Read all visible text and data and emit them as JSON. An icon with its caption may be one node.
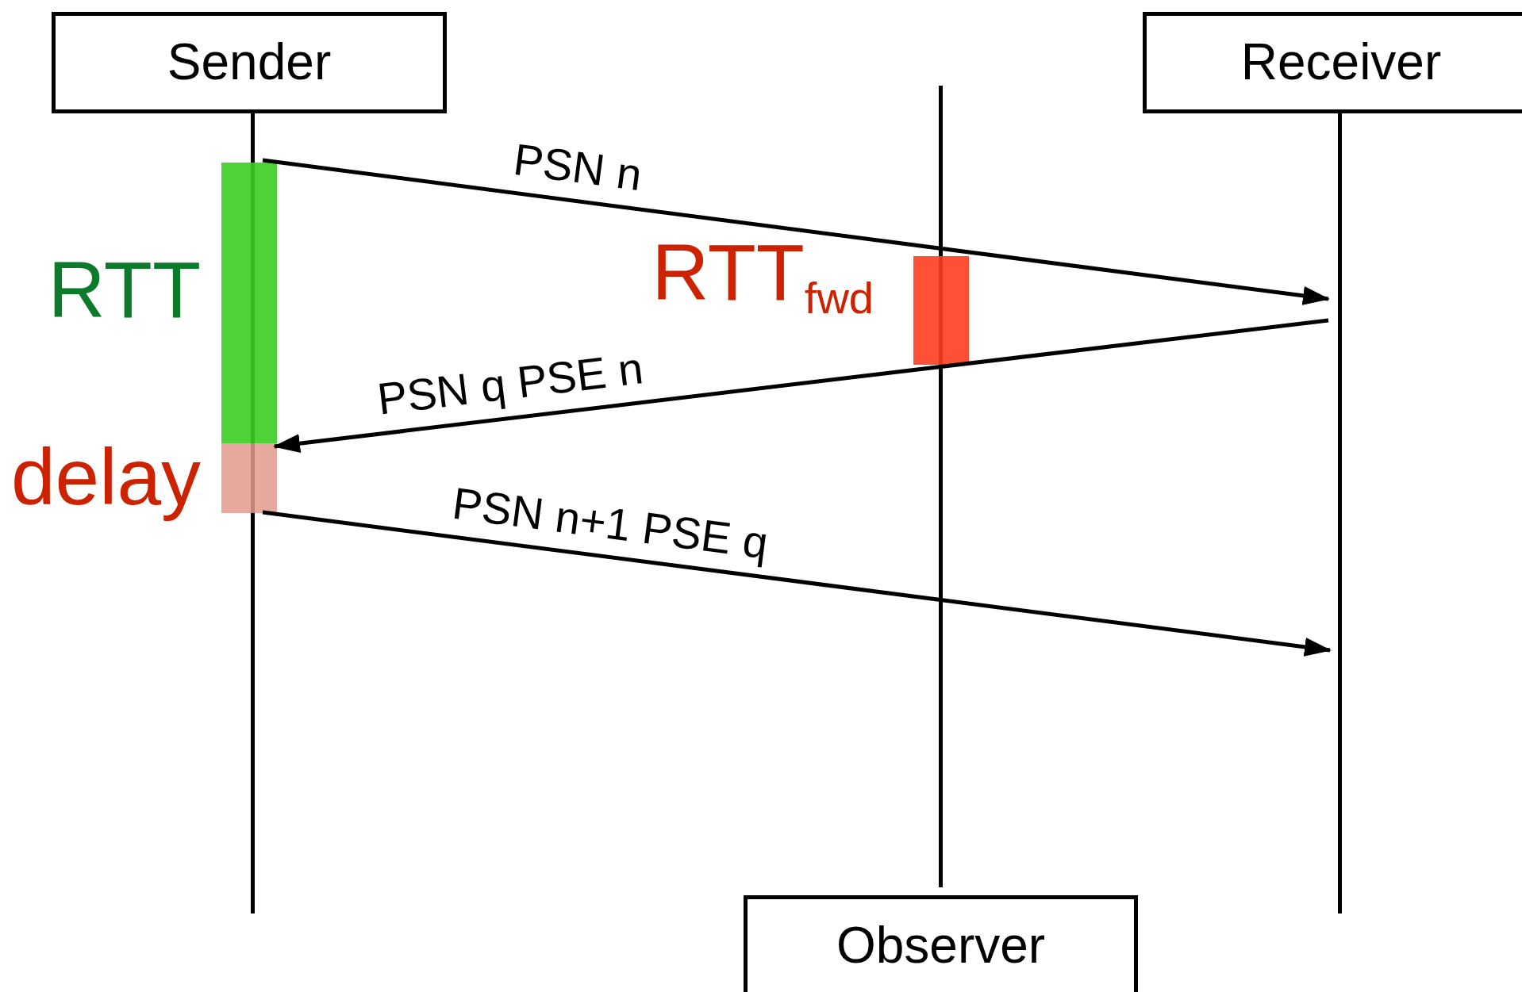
{
  "diagram": {
    "nodes": [
      {
        "text": [
          "Sender"
        ]
      },
      {
        "text": [
          "Receiver"
        ]
      },
      {
        "text": [
          "Observer"
        ]
      },
      {
        "text": [],
        "shape": "bar",
        "beside": [
          "RTT"
        ]
      },
      {
        "text": [],
        "shape": "bar",
        "beside": [
          "delay"
        ]
      },
      {
        "text": [],
        "shape": "bar",
        "beside": [
          "RTT$_{fwd}$"
        ]
      },
      {
        "text": [],
        "shape": "line"
      },
      {
        "text": [],
        "shape": "line"
      },
      {
        "text": [],
        "shape": "line"
      }
    ],
    "edges": [
      {
        "from": 6,
        "to": 8,
        "arrow": "to",
        "label": "PSN n"
      },
      {
        "from": 8,
        "to": 6,
        "arrow": "to",
        "label": "PSN q PSE n"
      },
      {
        "from": 6,
        "to": 8,
        "arrow": "to",
        "label": "PSN n+1 PSE q"
      }
    ]
  }
}
